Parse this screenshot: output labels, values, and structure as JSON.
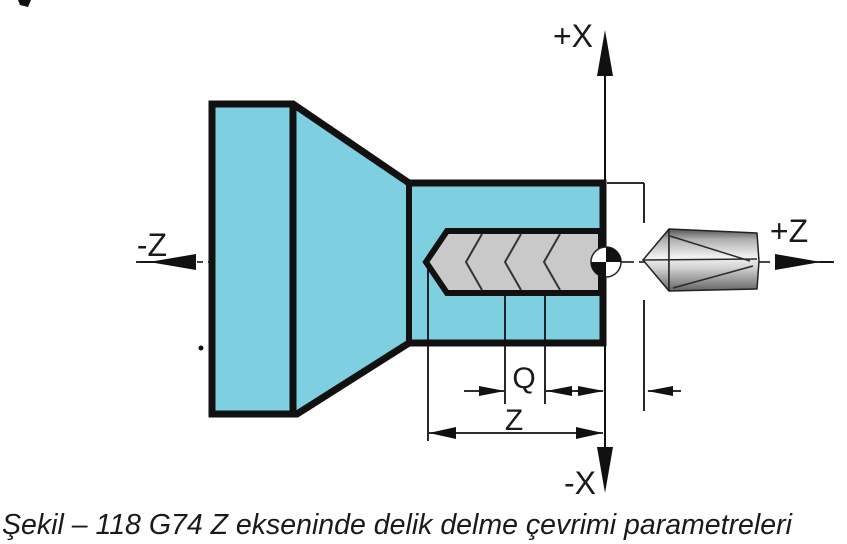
{
  "figure": {
    "caption": "Şekil – 118  G74 Z ekseninde delik delme çevrimi parametreleri"
  },
  "axis_labels": {
    "plus_x": "+X",
    "minus_x": "-X",
    "plus_z": "+Z",
    "minus_z": "-Z"
  },
  "dimension_labels": {
    "peck_increment": "Q",
    "total_depth": "Z"
  },
  "colors": {
    "workpiece_fill": "#7ecfdf",
    "hole_fill": "#c9c9c9",
    "outline": "#111111",
    "centerline": "#3c4a4f",
    "text": "#1a1a1a",
    "drill_light": "#f2f2f2",
    "drill_dark": "#4a4a4a"
  }
}
